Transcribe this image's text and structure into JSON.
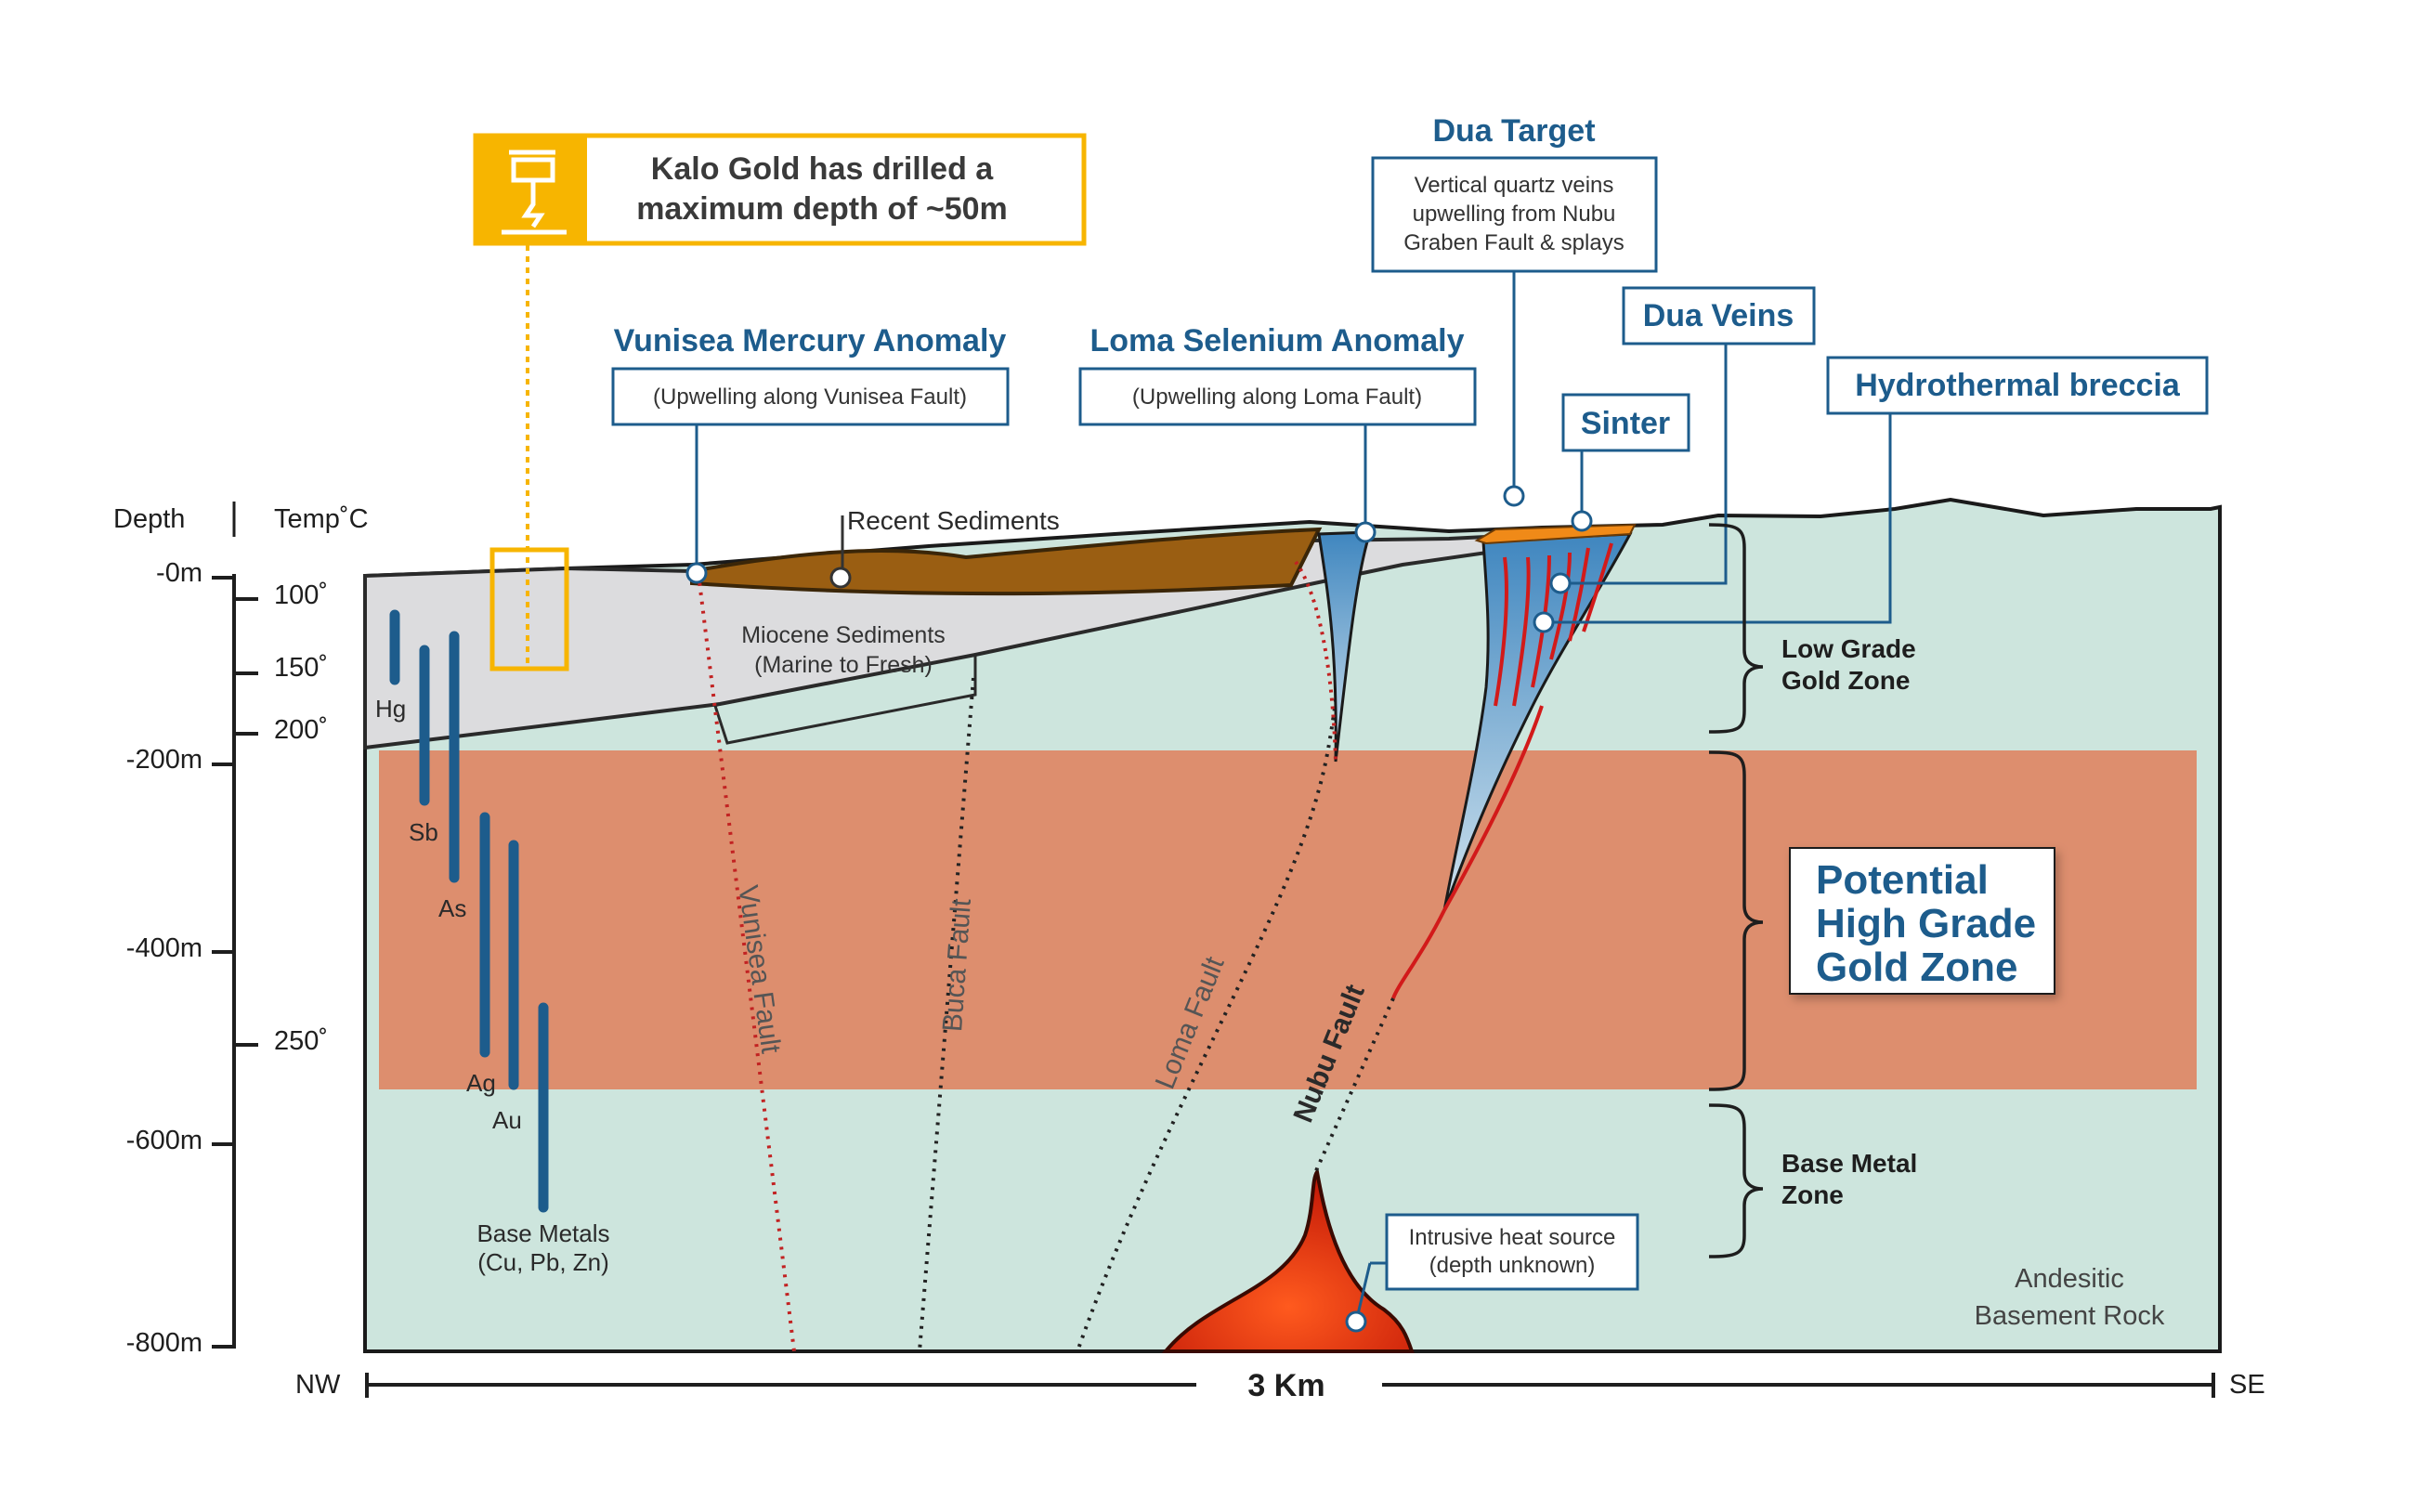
{
  "colors": {
    "basement": "#cde5dd",
    "sediment_grey": "#dcdcde",
    "recent_sediment": "#9a5e12",
    "high_grade_band": "#e07a55",
    "vein_blue": "#4a8fc3",
    "label_blue": "#1d5c8c",
    "drill_yellow": "#f7b500",
    "intrusive_red": "#d4200a",
    "sinter_orange": "#f08a18"
  },
  "drill_callout": {
    "line1": "Kalo Gold has drilled a",
    "line2": "maximum depth of ~50m",
    "icon": "drill-rig-icon"
  },
  "axes": {
    "depth_header": "Depth",
    "temp_header": "Temp˚C",
    "depth_ticks": [
      "-0m",
      "-200m",
      "-400m",
      "-600m",
      "-800m"
    ],
    "temp_ticks": [
      "100˚",
      "150˚",
      "200˚",
      "250˚"
    ],
    "left_end": "NW",
    "right_end": "SE",
    "distance": "3 Km"
  },
  "elements": [
    "Hg",
    "Sb",
    "As",
    "Ag",
    "Au"
  ],
  "base_metals": {
    "line1": "Base Metals",
    "line2": "(Cu, Pb, Zn)"
  },
  "vunisea": {
    "title": "Vunisea Mercury Anomaly",
    "note": "(Upwelling along Vunisea Fault)"
  },
  "loma": {
    "title": "Loma Selenium Anomaly",
    "note": "(Upwelling along Loma Fault)"
  },
  "dua_target": {
    "title": "Dua Target",
    "line1": "Vertical quartz veins",
    "line2": "upwelling from Nubu",
    "line3": "Graben Fault & splays"
  },
  "dua_veins": "Dua Veins",
  "sinter": "Sinter",
  "breccia": "Hydrothermal breccia",
  "recent_sediments": "Recent Sediments",
  "miocene": {
    "line1": "Miocene Sediments",
    "line2": "(Marine to Fresh)"
  },
  "faults": {
    "vunisea": "Vunisea Fault",
    "buca": "Buca Fault",
    "loma": "Loma Fault",
    "nubu": "Nubu Fault"
  },
  "zones": {
    "low_grade_1": "Low Grade",
    "low_grade_2": "Gold Zone",
    "high_grade_1": "Potential",
    "high_grade_2": "High Grade",
    "high_grade_3": "Gold Zone",
    "base_metal_1": "Base Metal",
    "base_metal_2": "Zone"
  },
  "intrusive": {
    "line1": "Intrusive heat source",
    "line2": "(depth unknown)"
  },
  "basement": {
    "line1": "Andesitic",
    "line2": "Basement Rock"
  }
}
